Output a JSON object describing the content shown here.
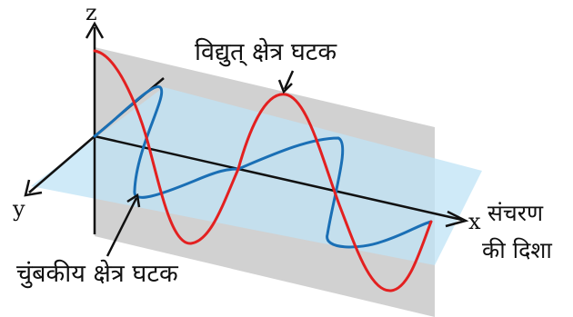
{
  "axes": {
    "z": "z",
    "y": "y",
    "x": "x"
  },
  "labels": {
    "electric": "विद्युत् क्षेत्र घटक",
    "magnetic": "चुंबकीय क्षेत्र घटक",
    "propagation_line1": "संचरण",
    "propagation_line2": "की दिशा"
  },
  "colors": {
    "electric_wave": "#e32020",
    "magnetic_wave": "#1a6fb5",
    "vertical_plane": "#c9c9c9",
    "horizontal_plane": "#bfe3f5",
    "axis": "#111111"
  }
}
